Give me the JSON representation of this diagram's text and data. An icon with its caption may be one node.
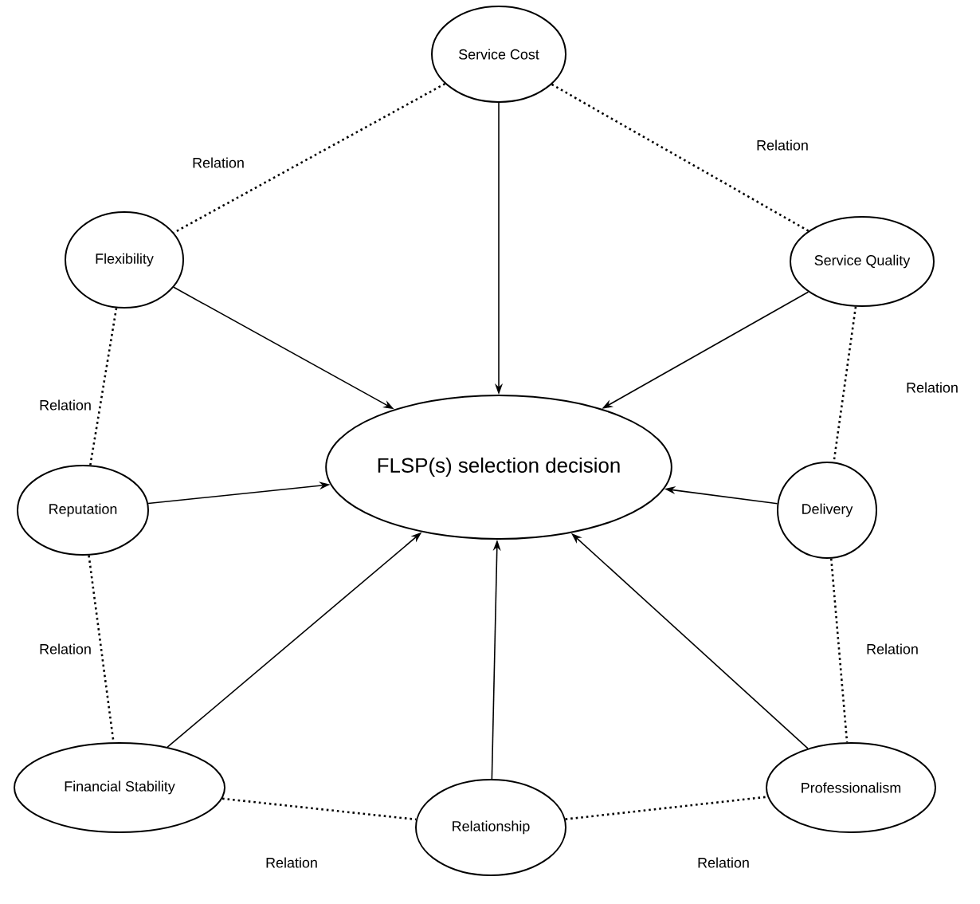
{
  "diagram": {
    "nodes": [
      {
        "text": [
          "Service Cost"
        ]
      },
      {
        "text": [
          "Flexibility"
        ]
      },
      {
        "text": [
          "Service Quality"
        ]
      },
      {
        "text": [
          "Reputation"
        ]
      },
      {
        "text": [
          "FLSP(s) selection decision"
        ]
      },
      {
        "text": [
          "Delivery"
        ]
      },
      {
        "text": [
          "Financial Stability"
        ]
      },
      {
        "text": [
          "Relationship"
        ]
      },
      {
        "text": [
          "Professionalism"
        ]
      }
    ],
    "edges": [
      {
        "from": 0,
        "to": 4,
        "arrow": "to"
      },
      {
        "from": 1,
        "to": 4,
        "arrow": "to"
      },
      {
        "from": 2,
        "to": 4,
        "arrow": "to"
      },
      {
        "from": 3,
        "to": 4,
        "arrow": "to"
      },
      {
        "from": 5,
        "to": 4,
        "arrow": "to"
      },
      {
        "from": 6,
        "to": 4,
        "arrow": "to"
      },
      {
        "from": 7,
        "to": 4,
        "arrow": "to"
      },
      {
        "from": 8,
        "to": 4,
        "arrow": "to"
      },
      {
        "from": 0,
        "to": 1,
        "arrow": "none",
        "style": "dashed",
        "label": "Relation"
      },
      {
        "from": 0,
        "to": 2,
        "arrow": "none",
        "style": "dashed",
        "label": "Relation"
      },
      {
        "from": 1,
        "to": 3,
        "arrow": "none",
        "style": "dashed",
        "label": "Relation"
      },
      {
        "from": 2,
        "to": 5,
        "arrow": "none",
        "style": "dashed",
        "label": "Relation"
      },
      {
        "from": 3,
        "to": 6,
        "arrow": "none",
        "style": "dashed",
        "label": "Relation"
      },
      {
        "from": 5,
        "to": 8,
        "arrow": "none",
        "style": "dashed",
        "label": "Relation"
      },
      {
        "from": 6,
        "to": 7,
        "arrow": "none",
        "style": "dashed",
        "label": "Relation"
      },
      {
        "from": 7,
        "to": 8,
        "arrow": "none",
        "style": "dashed",
        "label": "Relation"
      }
    ]
  }
}
